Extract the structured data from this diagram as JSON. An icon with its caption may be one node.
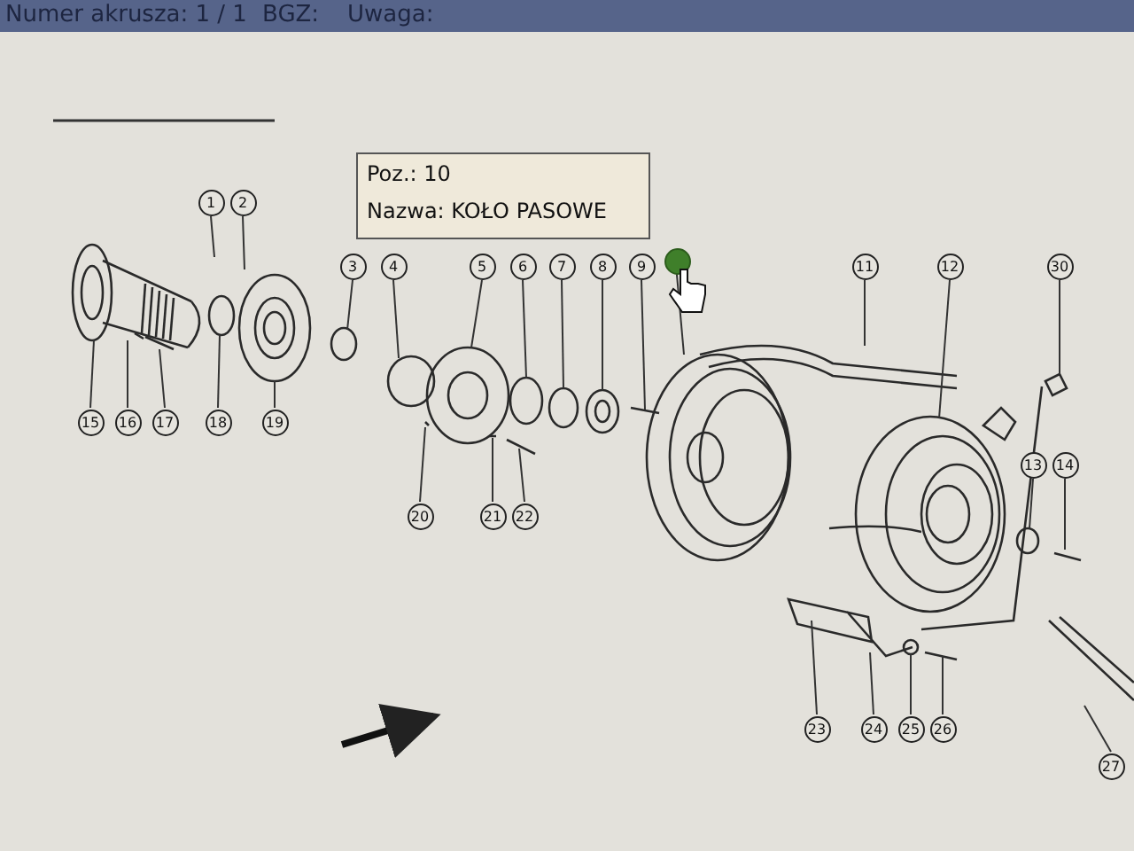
{
  "diagram": {
    "nodes": [
      {
        "text": [
          "1"
        ]
      },
      {
        "text": [
          "2"
        ]
      },
      {
        "text": [
          "3"
        ]
      },
      {
        "text": [
          "4"
        ]
      },
      {
        "text": [
          "5"
        ]
      },
      {
        "text": [
          "6"
        ]
      },
      {
        "text": [
          "7"
        ]
      },
      {
        "text": [
          "8"
        ]
      },
      {
        "text": [
          "9"
        ]
      },
      {
        "text": [],
        "shape": "circle"
      },
      {
        "text": [
          "11"
        ]
      },
      {
        "text": [
          "12"
        ]
      },
      {
        "text": [
          "30"
        ]
      },
      {
        "text": [
          "13"
        ]
      },
      {
        "text": [
          "14"
        ]
      },
      {
        "text": [
          "15"
        ]
      },
      {
        "text": [
          "16"
        ]
      },
      {
        "text": [
          "17"
        ]
      },
      {
        "text": [
          "18"
        ]
      },
      {
        "text": [
          "19"
        ]
      },
      {
        "text": [
          "20"
        ]
      },
      {
        "text": [
          "21"
        ]
      },
      {
        "text": [
          "22"
        ]
      },
      {
        "text": [
          "23"
        ]
      },
      {
        "text": [
          "24"
        ]
      },
      {
        "text": [
          "25"
        ]
      },
      {
        "text": [
          "26"
        ]
      },
      {
        "text": [
          "27"
        ]
      },
      {
        "text": [
          "Poz.: 10",
          "Nazwa: KOŁO PASOWE"
        ]
      }
    ],
    "edges": [
      {
        "from": 0,
        "to": null,
        "arrow": "none"
      },
      {
        "from": 1,
        "to": null,
        "arrow": "none"
      },
      {
        "from": 2,
        "to": null,
        "arrow": "none"
      },
      {
        "from": 3,
        "to": null,
        "arrow": "none"
      },
      {
        "from": 4,
        "to": null,
        "arrow": "none"
      },
      {
        "from": 5,
        "to": null,
        "arrow": "none"
      },
      {
        "from": 6,
        "to": null,
        "arrow": "none"
      },
      {
        "from": 7,
        "to": null,
        "arrow": "none"
      },
      {
        "from": 8,
        "to": null,
        "arrow": "none"
      },
      {
        "from": 9,
        "to": null,
        "arrow": "none"
      },
      {
        "from": 10,
        "to": null,
        "arrow": "none"
      },
      {
        "from": 11,
        "to": null,
        "arrow": "none"
      },
      {
        "from": 12,
        "to": null,
        "arrow": "none"
      },
      {
        "from": 13,
        "to": null,
        "arrow": "none"
      },
      {
        "from": 14,
        "to": null,
        "arrow": "none"
      },
      {
        "from": 15,
        "to": null,
        "arrow": "none"
      },
      {
        "from": 16,
        "to": null,
        "arrow": "none"
      },
      {
        "from": 17,
        "to": null,
        "arrow": "none"
      },
      {
        "from": 18,
        "to": null,
        "arrow": "none"
      },
      {
        "from": 19,
        "to": null,
        "arrow": "none"
      },
      {
        "from": 20,
        "to": null,
        "arrow": "none"
      },
      {
        "from": 21,
        "to": null,
        "arrow": "none"
      },
      {
        "from": 22,
        "to": null,
        "arrow": "none"
      },
      {
        "from": 23,
        "to": null,
        "arrow": "none"
      },
      {
        "from": 24,
        "to": null,
        "arrow": "none"
      },
      {
        "from": 25,
        "to": null,
        "arrow": "none"
      },
      {
        "from": 26,
        "to": null,
        "arrow": "none"
      },
      {
        "from": 27,
        "to": null,
        "arrow": "none"
      }
    ],
    "labels": [
      "Numer akrusza: 1 / 1",
      "BGZ:",
      "Uwaga:"
    ]
  }
}
